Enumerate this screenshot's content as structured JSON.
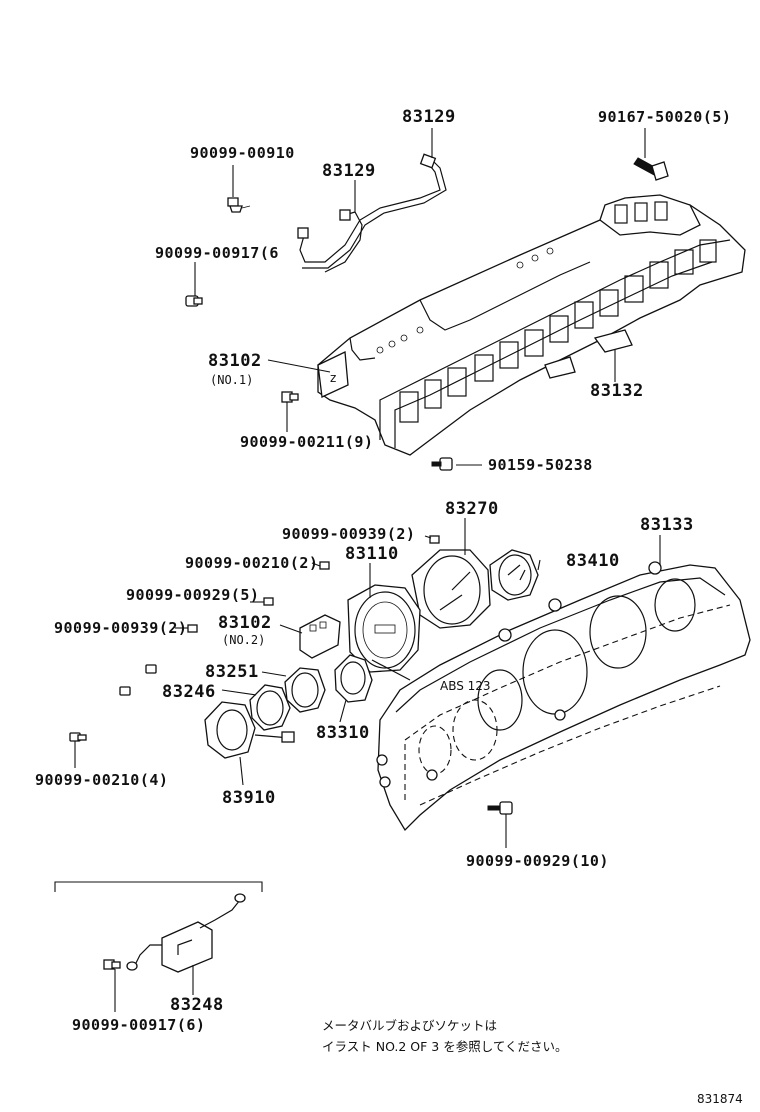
{
  "diagram": {
    "labels": {
      "p83129_top": "83129",
      "p90167": "90167-50020(5)",
      "p90099_00910": "90099-00910",
      "p83129_mid": "83129",
      "p90099_00917_6_top": "90099-00917(6",
      "p83102_no1": "83102",
      "p83102_no1_sub": "(NO.1)",
      "p83132": "83132",
      "p90099_00211": "90099-00211(9)",
      "p90159": "90159-50238",
      "p83270": "83270",
      "p83133": "83133",
      "p90099_00939_top": "90099-00939(2)",
      "p90099_00210_mid": "90099-00210(2)",
      "p83110": "83110",
      "p83410": "83410",
      "p90099_00929_5": "90099-00929(5)",
      "p83102_no2": "83102",
      "p83102_no2_sub": "(NO.2)",
      "p90099_00939_left": "90099-00939(2)",
      "p83251": "83251",
      "p83246": "83246",
      "p83310": "83310",
      "p90099_00210_4": "90099-00210(4)",
      "p83910": "83910",
      "p90099_00929_10": "90099-00929(10)",
      "p83248": "83248",
      "p90099_00917_6_bottom": "90099-00917(6)"
    },
    "note_line1": "メータバルブおよびソケットは",
    "note_line2": "イラスト NO.2 OF 3 を参照してください。",
    "figure_code": "831874"
  }
}
